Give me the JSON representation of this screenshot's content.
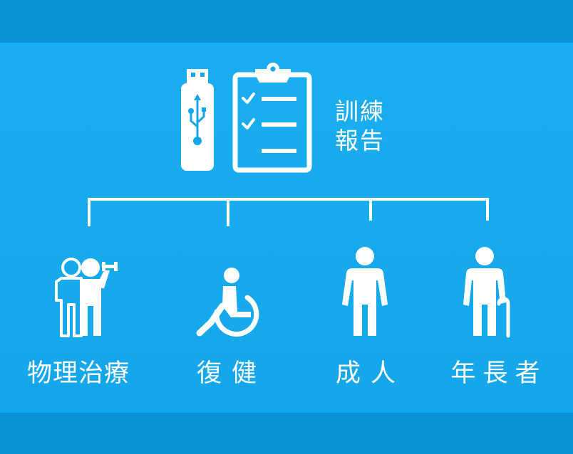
{
  "report": {
    "line1": "訓練",
    "line2": "報告"
  },
  "categories": [
    {
      "id": "physiotherapy",
      "label": "物理治療"
    },
    {
      "id": "rehab",
      "label": "復健"
    },
    {
      "id": "adult",
      "label": "成人"
    },
    {
      "id": "elderly",
      "label": "年長者"
    }
  ],
  "icons": [
    "usb-drive-icon",
    "clipboard-checklist-icon",
    "physiotherapy-icon",
    "wheelchair-icon",
    "adult-person-icon",
    "elderly-person-cane-icon"
  ],
  "colors": {
    "background": "#14a6ea",
    "band": "#0a93d6",
    "foreground": "#ffffff"
  }
}
